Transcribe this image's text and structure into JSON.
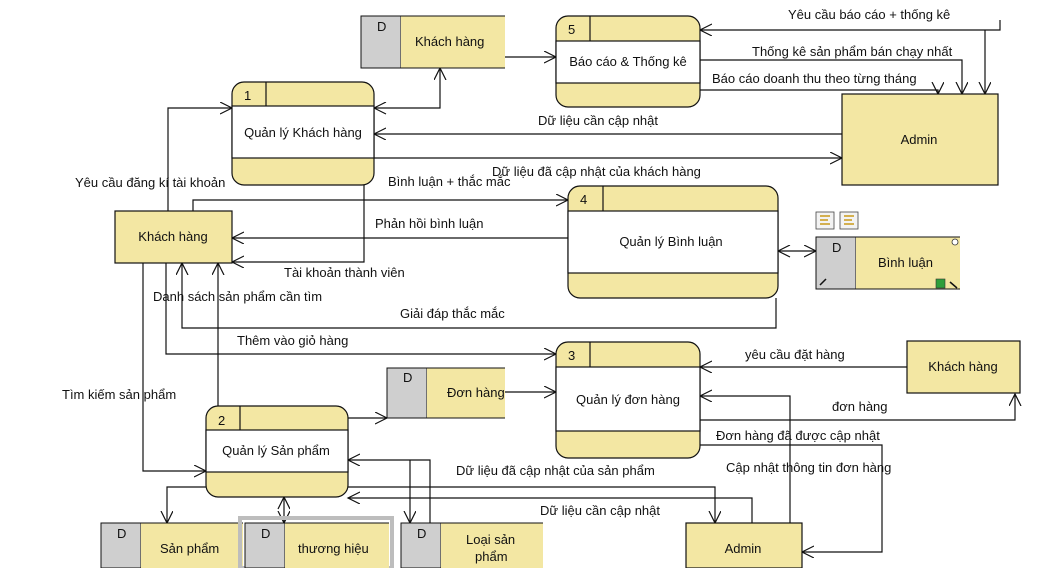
{
  "processes": {
    "p1": {
      "num": "1",
      "name": "Quản lý Khách hàng"
    },
    "p2": {
      "num": "2",
      "name": "Quản lý Sản phẩm"
    },
    "p3": {
      "num": "3",
      "name": "Quản lý đơn hàng"
    },
    "p4": {
      "num": "4",
      "name": "Quản lý Bình luận"
    },
    "p5": {
      "num": "5",
      "name": "Báo cáo & Thống kê"
    }
  },
  "entities": {
    "khach_hang_left": "Khách hàng",
    "khach_hang_right": "Khách hàng",
    "admin_top": "Admin",
    "admin_bottom": "Admin"
  },
  "stores": {
    "khach_hang": {
      "tag": "D",
      "name": "Khách hàng"
    },
    "binh_luan": {
      "tag": "D",
      "name": "Bình luận"
    },
    "don_hang": {
      "tag": "D",
      "name": "Đơn hàng"
    },
    "san_pham": {
      "tag": "D",
      "name": "Sản phẩm"
    },
    "thuong_hieu": {
      "tag": "D",
      "name": "thương hiệu"
    },
    "loai_san_pham": {
      "tag": "D",
      "line1": "Loại sản",
      "line2": "phẩm"
    }
  },
  "flows": {
    "yeu_cau_bao_cao": "Yêu cầu báo cáo + thống kê",
    "thong_ke_sp": "Thống kê  sản phẩm bán chạy nhất",
    "bao_cao_doanh_thu": "Báo cáo doanh thu theo từng tháng",
    "du_lieu_can_cap_nhat_top": "Dữ liệu cần cập nhật",
    "du_lieu_da_cap_nhat_kh": "Dữ liệu đã cập nhật của khách hàng",
    "yeu_cau_dang_ki": "Yêu cầu đăng kí tài khoản",
    "binh_luan_thac_mac": "Bình luận  + thắc mắc",
    "phan_hoi_binh_luan": "Phản hồi bình luận",
    "tai_khoan_thanh_vien": "Tài khoản thành viên",
    "danh_sach_sp": "Danh sách sản phẩm cần tìm",
    "giai_dap": "Giải đáp thắc mắc",
    "them_vao_gio": "Thêm vào giỏ hàng",
    "tim_kiem_sp": "Tìm kiếm sản phẩm",
    "yeu_cau_dat_hang": "yêu cầu đặt hàng",
    "don_hang": "đơn hàng",
    "don_hang_da_cap_nhat": "Đơn hàng đã được cập nhật",
    "cap_nhat_tt_don_hang": "Cập nhật thông tin đơn hàng",
    "du_lieu_da_cap_nhat_sp": "Dữ liệu đã cập nhật của sản phẩm",
    "du_lieu_can_cap_nhat_bottom": "Dữ liệu cần cập nhật"
  }
}
